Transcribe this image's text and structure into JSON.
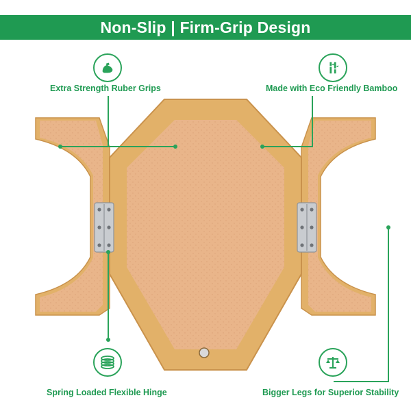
{
  "banner": {
    "title": "Non-Slip | Firm-Grip Design"
  },
  "features": {
    "top_left": {
      "label": "Extra Strength Ruber Grips",
      "icon": "flexed-arm-icon"
    },
    "top_right": {
      "label": "Made with Eco Friendly Bamboo",
      "icon": "bamboo-icon"
    },
    "bottom_left": {
      "label": "Spring Loaded Flexible Hinge",
      "icon": "spring-coil-icon"
    },
    "bottom_right": {
      "label": "Bigger Legs for Superior Stability",
      "icon": "balance-scale-icon"
    }
  },
  "colors": {
    "accent_green": "#1f9a52",
    "bamboo": "#e2b169",
    "rubber_grip": "#e9b58a",
    "hinge_metal": "#c9ccd0"
  }
}
